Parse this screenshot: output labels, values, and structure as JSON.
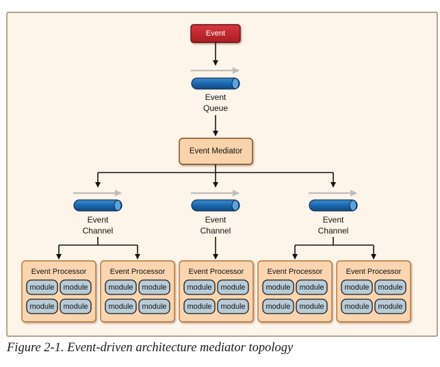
{
  "diagram": {
    "event": "Event",
    "queue_label": [
      "Event",
      "Queue"
    ],
    "mediator": "Event Mediator",
    "channel_label": [
      "Event",
      "Channel"
    ],
    "processor_title": "Event Processor",
    "module_label": "module",
    "channels": 3,
    "processors_per_channel": [
      2,
      1,
      2
    ],
    "colors": {
      "frame_bg": "#fdf4ea",
      "frame_border": "#8a6a4a",
      "event_fill": "#c8282e",
      "mediator_fill": "#f8d3ab",
      "processor_fill": "#f9d5b0",
      "processor_border": "#b6712e",
      "module_fill": "#b8ccd8",
      "pipe_fill": "#1b67ad",
      "flow_arrow": "#bdbdbd",
      "connector": "#111111"
    }
  },
  "caption": "Figure 2-1. Event-driven architecture mediator topology"
}
